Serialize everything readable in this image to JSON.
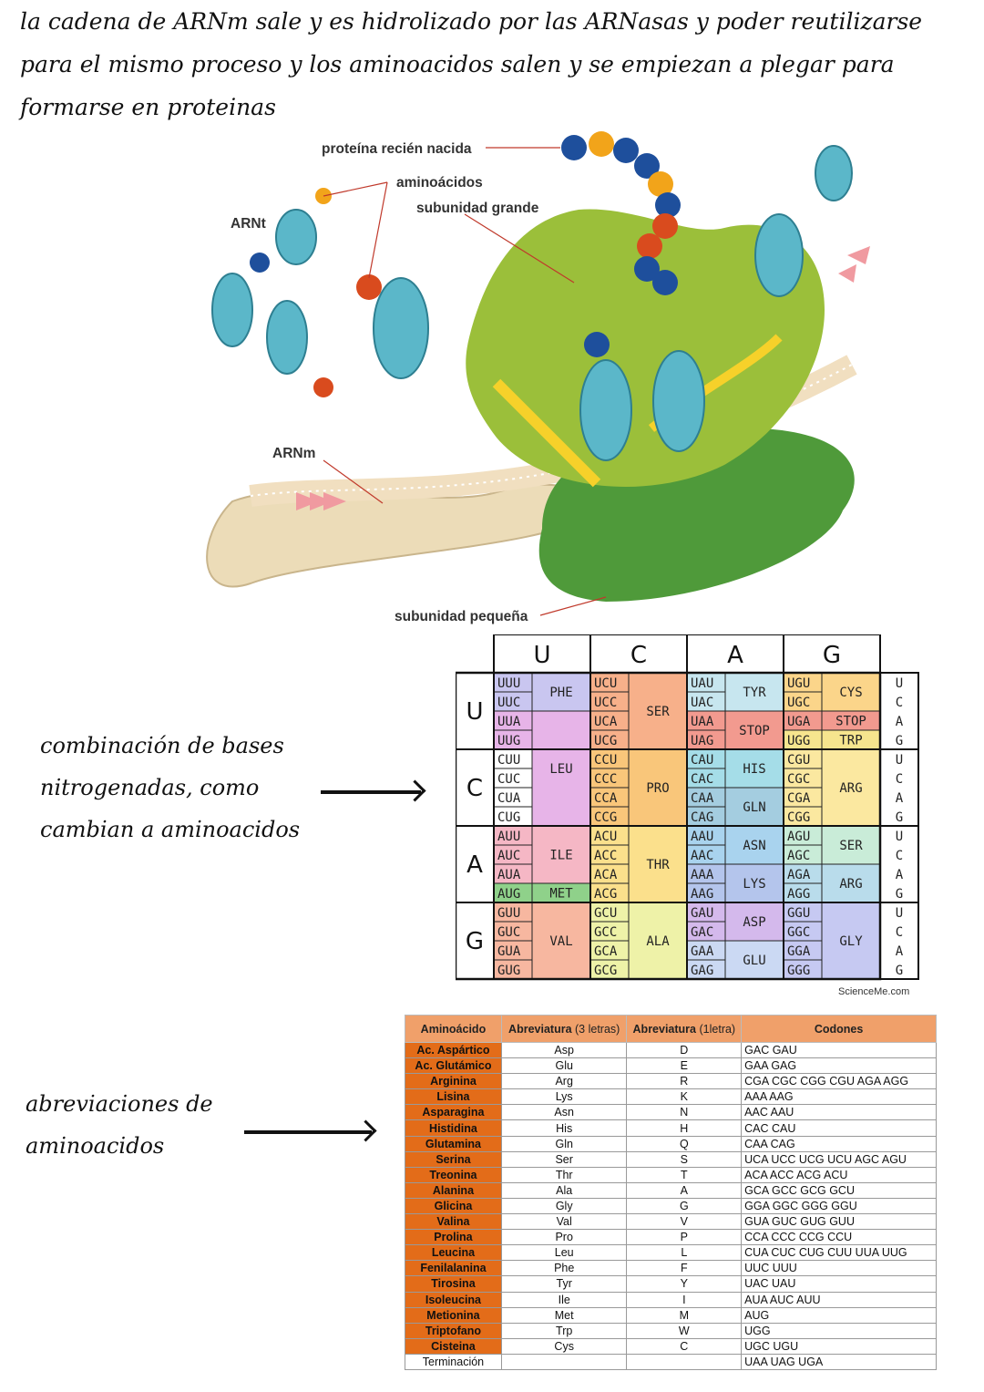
{
  "intro": {
    "text": "la cadena de ARNm sale y es hidrolizado por las ARNasas y poder reutilizarse para el mismo proceso y los aminoacidos salen y se empiezan a plegar para formarse en proteinas"
  },
  "figure": {
    "labels": {
      "new_protein": "proteína recién nacida",
      "amino_acids": "aminoácidos",
      "large_subunit": "subunidad grande",
      "trna": "ARNt",
      "mrna": "ARNm",
      "small_subunit": "subunidad pequeña"
    },
    "colors": {
      "ribosome_large": "#9bbf3a",
      "ribosome_small": "#4f9a3a",
      "trna": "#5bb7c9",
      "amino_dark": "#1e4f9c",
      "amino_red": "#d94b1e",
      "amino_orange": "#f2a41a"
    }
  },
  "notes": {
    "codon_note": "combinación de bases nitrogenadas, como cambian a aminoacidos",
    "abbr_note": "abreviaciones de aminoacidos"
  },
  "codon_table": {
    "bases": [
      "U",
      "C",
      "A",
      "G"
    ],
    "right_bases": [
      "U",
      "C",
      "A",
      "G"
    ],
    "credit": "ScienceMe.com",
    "codons": [
      [
        [
          "UUU",
          "UUC",
          "UUA",
          "UUG"
        ],
        [
          "UCU",
          "UCC",
          "UCA",
          "UCG"
        ],
        [
          "UAU",
          "UAC",
          "UAA",
          "UAG"
        ],
        [
          "UGU",
          "UGC",
          "UGA",
          "UGG"
        ]
      ],
      [
        [
          "CUU",
          "CUC",
          "CUA",
          "CUG"
        ],
        [
          "CCU",
          "CCC",
          "CCA",
          "CCG"
        ],
        [
          "CAU",
          "CAC",
          "CAA",
          "CAG"
        ],
        [
          "CGU",
          "CGC",
          "CGA",
          "CGG"
        ]
      ],
      [
        [
          "AUU",
          "AUC",
          "AUA",
          "AUG"
        ],
        [
          "ACU",
          "ACC",
          "ACA",
          "ACG"
        ],
        [
          "AAU",
          "AAC",
          "AAA",
          "AAG"
        ],
        [
          "AGU",
          "AGC",
          "AGA",
          "AGG"
        ]
      ],
      [
        [
          "GUU",
          "GUC",
          "GUA",
          "GUG"
        ],
        [
          "GCU",
          "GCC",
          "GCA",
          "GCG"
        ],
        [
          "GAU",
          "GAC",
          "GAA",
          "GAG"
        ],
        [
          "GGU",
          "GGC",
          "GGA",
          "GGG"
        ]
      ]
    ],
    "amino_groups": [
      {
        "label": "PHE",
        "row": 0,
        "col": 0,
        "start": 0,
        "span": 2,
        "color": "#c9c6f0"
      },
      {
        "label": "LEU",
        "row": 0,
        "col": 0,
        "start": 2,
        "span": 6,
        "color": "#e7b4e8"
      },
      {
        "label": "ILE",
        "row": 2,
        "col": 0,
        "start": 0,
        "span": 3,
        "color": "#f5b7c5"
      },
      {
        "label": "MET",
        "row": 2,
        "col": 0,
        "start": 3,
        "span": 1,
        "color": "#8fd18a"
      },
      {
        "label": "VAL",
        "row": 3,
        "col": 0,
        "start": 0,
        "span": 4,
        "color": "#f7b7a0"
      },
      {
        "label": "SER",
        "row": 0,
        "col": 1,
        "start": 0,
        "span": 4,
        "color": "#f7b08a"
      },
      {
        "label": "PRO",
        "row": 1,
        "col": 1,
        "start": 0,
        "span": 4,
        "color": "#f9c67a"
      },
      {
        "label": "THR",
        "row": 2,
        "col": 1,
        "start": 0,
        "span": 4,
        "color": "#fbe08c"
      },
      {
        "label": "ALA",
        "row": 3,
        "col": 1,
        "start": 0,
        "span": 4,
        "color": "#eef2a8"
      },
      {
        "label": "TYR",
        "row": 0,
        "col": 2,
        "start": 0,
        "span": 2,
        "color": "#c7e6ef"
      },
      {
        "label": "STOP",
        "row": 0,
        "col": 2,
        "start": 2,
        "span": 2,
        "color": "#f29a8f"
      },
      {
        "label": "HIS",
        "row": 1,
        "col": 2,
        "start": 0,
        "span": 2,
        "color": "#a5dde8"
      },
      {
        "label": "GLN",
        "row": 1,
        "col": 2,
        "start": 2,
        "span": 2,
        "color": "#a4cde0"
      },
      {
        "label": "ASN",
        "row": 2,
        "col": 2,
        "start": 0,
        "span": 2,
        "color": "#a9d3ee"
      },
      {
        "label": "LYS",
        "row": 2,
        "col": 2,
        "start": 2,
        "span": 2,
        "color": "#b4c5ec"
      },
      {
        "label": "ASP",
        "row": 3,
        "col": 2,
        "start": 0,
        "span": 2,
        "color": "#d4b9ec"
      },
      {
        "label": "GLU",
        "row": 3,
        "col": 2,
        "start": 2,
        "span": 2,
        "color": "#cbd9f3"
      },
      {
        "label": "CYS",
        "row": 0,
        "col": 3,
        "start": 0,
        "span": 2,
        "color": "#fbd58a"
      },
      {
        "label": "STOP",
        "row": 0,
        "col": 3,
        "start": 2,
        "span": 1,
        "color": "#f29a8f"
      },
      {
        "label": "TRP",
        "row": 0,
        "col": 3,
        "start": 3,
        "span": 1,
        "color": "#f6e58e"
      },
      {
        "label": "ARG",
        "row": 1,
        "col": 3,
        "start": 0,
        "span": 4,
        "color": "#fbe8a0"
      },
      {
        "label": "SER",
        "row": 2,
        "col": 3,
        "start": 0,
        "span": 2,
        "color": "#c9ecd8"
      },
      {
        "label": "ARG",
        "row": 2,
        "col": 3,
        "start": 2,
        "span": 2,
        "color": "#b9dceb"
      },
      {
        "label": "GLY",
        "row": 3,
        "col": 3,
        "start": 0,
        "span": 4,
        "color": "#c6c9f2"
      }
    ]
  },
  "abbr_table": {
    "headers": {
      "aa": "Aminoácido",
      "abbr3": "Abreviatura",
      "abbr3_sub": "(3 letras)",
      "abbr1": "Abreviatura",
      "abbr1_sub": "(1letra)",
      "codons": "Codones"
    },
    "rows": [
      [
        "Ac. Aspártico",
        "Asp",
        "D",
        "GAC  GAU"
      ],
      [
        "Ac. Glutámico",
        "Glu",
        "E",
        "GAA  GAG"
      ],
      [
        "Arginina",
        "Arg",
        "R",
        "CGA  CGC  CGG  CGU AGA  AGG"
      ],
      [
        "Lisina",
        "Lys",
        "K",
        "AAA  AAG"
      ],
      [
        "Asparagina",
        "Asn",
        "N",
        "AAC  AAU"
      ],
      [
        "Histidina",
        "His",
        "H",
        "CAC  CAU"
      ],
      [
        "Glutamina",
        "Gln",
        "Q",
        "CAA  CAG"
      ],
      [
        "Serina",
        "Ser",
        "S",
        "UCA  UCC  UCG  UCU AGC  AGU"
      ],
      [
        "Treonina",
        "Thr",
        "T",
        "ACA  ACC  ACG  ACU"
      ],
      [
        "Alanina",
        "Ala",
        "A",
        "GCA  GCC  GCG  GCU"
      ],
      [
        "Glicina",
        "Gly",
        "G",
        "GGA  GGC  GGG  GGU"
      ],
      [
        "Valina",
        "Val",
        "V",
        "GUA  GUC  GUG  GUU"
      ],
      [
        "Prolina",
        "Pro",
        "P",
        "CCA  CCC  CCG  CCU"
      ],
      [
        "Leucina",
        "Leu",
        "L",
        "CUA  CUC  CUG  CUU  UUA  UUG"
      ],
      [
        "Fenilalanina",
        "Phe",
        "F",
        "UUC  UUU"
      ],
      [
        "Tirosina",
        "Tyr",
        "Y",
        "UAC  UAU"
      ],
      [
        "Isoleucina",
        "Ile",
        "I",
        "AUA  AUC AUU"
      ],
      [
        "Metionina",
        "Met",
        "M",
        "AUG"
      ],
      [
        "Triptofano",
        "Trp",
        "W",
        "UGG"
      ],
      [
        "Cisteina",
        "Cys",
        "C",
        "UGC  UGU"
      ],
      [
        "Terminación",
        "",
        "",
        "UAA  UAG  UGA"
      ]
    ]
  }
}
